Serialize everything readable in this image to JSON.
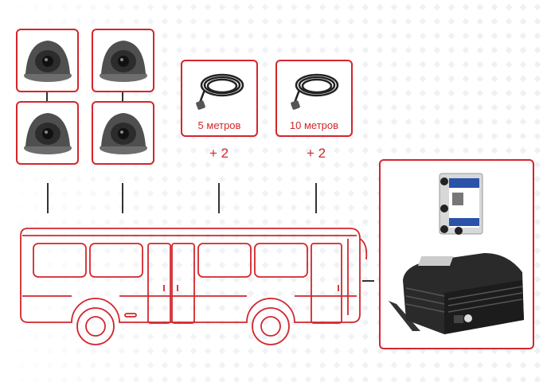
{
  "cameras": {
    "count": 4,
    "icon": "dome-camera"
  },
  "cables": [
    {
      "label": "5 метров",
      "quantity": "+ 2"
    },
    {
      "label": "10 метров",
      "quantity": "+ 2"
    }
  ],
  "recorder": {
    "items": [
      "hard-drive",
      "mobile-dvr"
    ]
  },
  "colors": {
    "accent": "#d3262c",
    "line": "#333333"
  }
}
